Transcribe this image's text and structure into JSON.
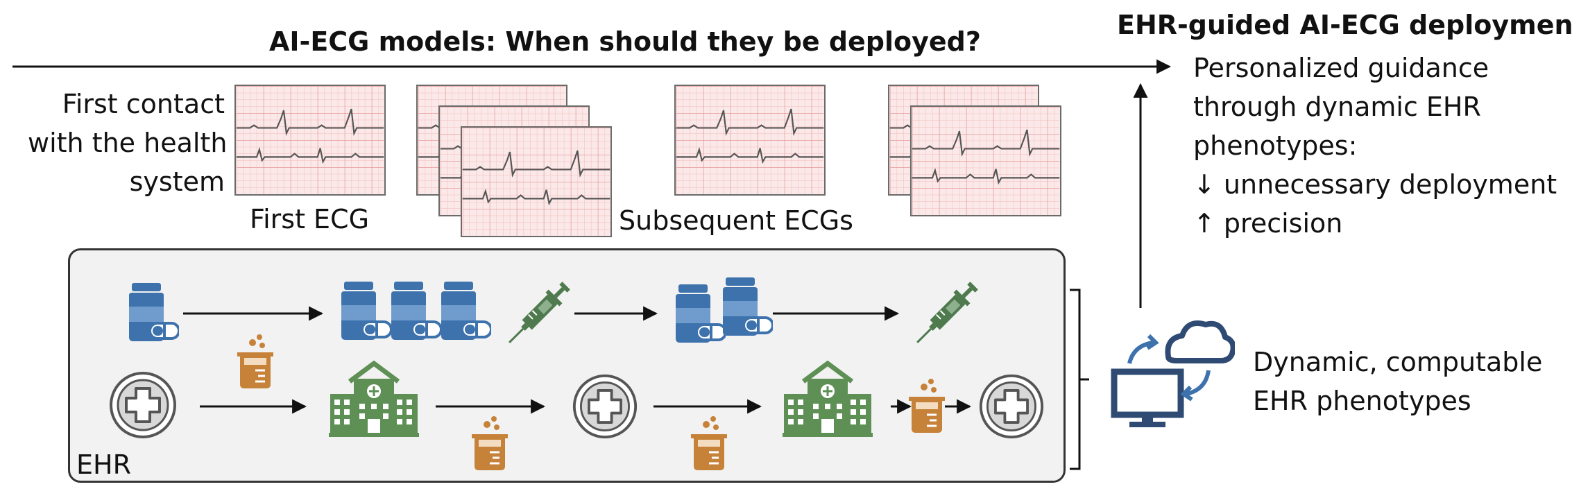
{
  "header": {
    "timeline_title": "AI-ECG models: When should they be deployed?",
    "deployment_title": "EHR-guided AI-ECG deployment"
  },
  "labels": {
    "first_contact": [
      "First contact",
      "with the health",
      "system"
    ],
    "first_ecg": "First ECG",
    "subsequent_ecgs": "Subsequent ECGs",
    "ehr": "EHR"
  },
  "guidance": {
    "lines": [
      "Personalized guidance",
      "through dynamic EHR",
      "phenotypes:"
    ],
    "bullets": [
      "↓ unnecessary deployment",
      "↑ precision"
    ]
  },
  "phenotypes": {
    "lines": [
      "Dynamic, computable",
      "EHR phenotypes"
    ]
  },
  "colors": {
    "medication_blue": "#3d72ad",
    "syringe_green": "#4e7a4e",
    "hospital_green": "#5e8f55",
    "lab_orange": "#c7823a",
    "ecg_grid": "#f3b9b9",
    "ecg_bg": "#fbe9e9",
    "computer_navy": "#2f4b73"
  },
  "icons": [
    "medication-bottle-icon",
    "syringe-icon",
    "hospital-icon",
    "lab-beaker-icon",
    "medical-cross-icon",
    "cloud-computer-icon",
    "ecg-strip-icon"
  ]
}
